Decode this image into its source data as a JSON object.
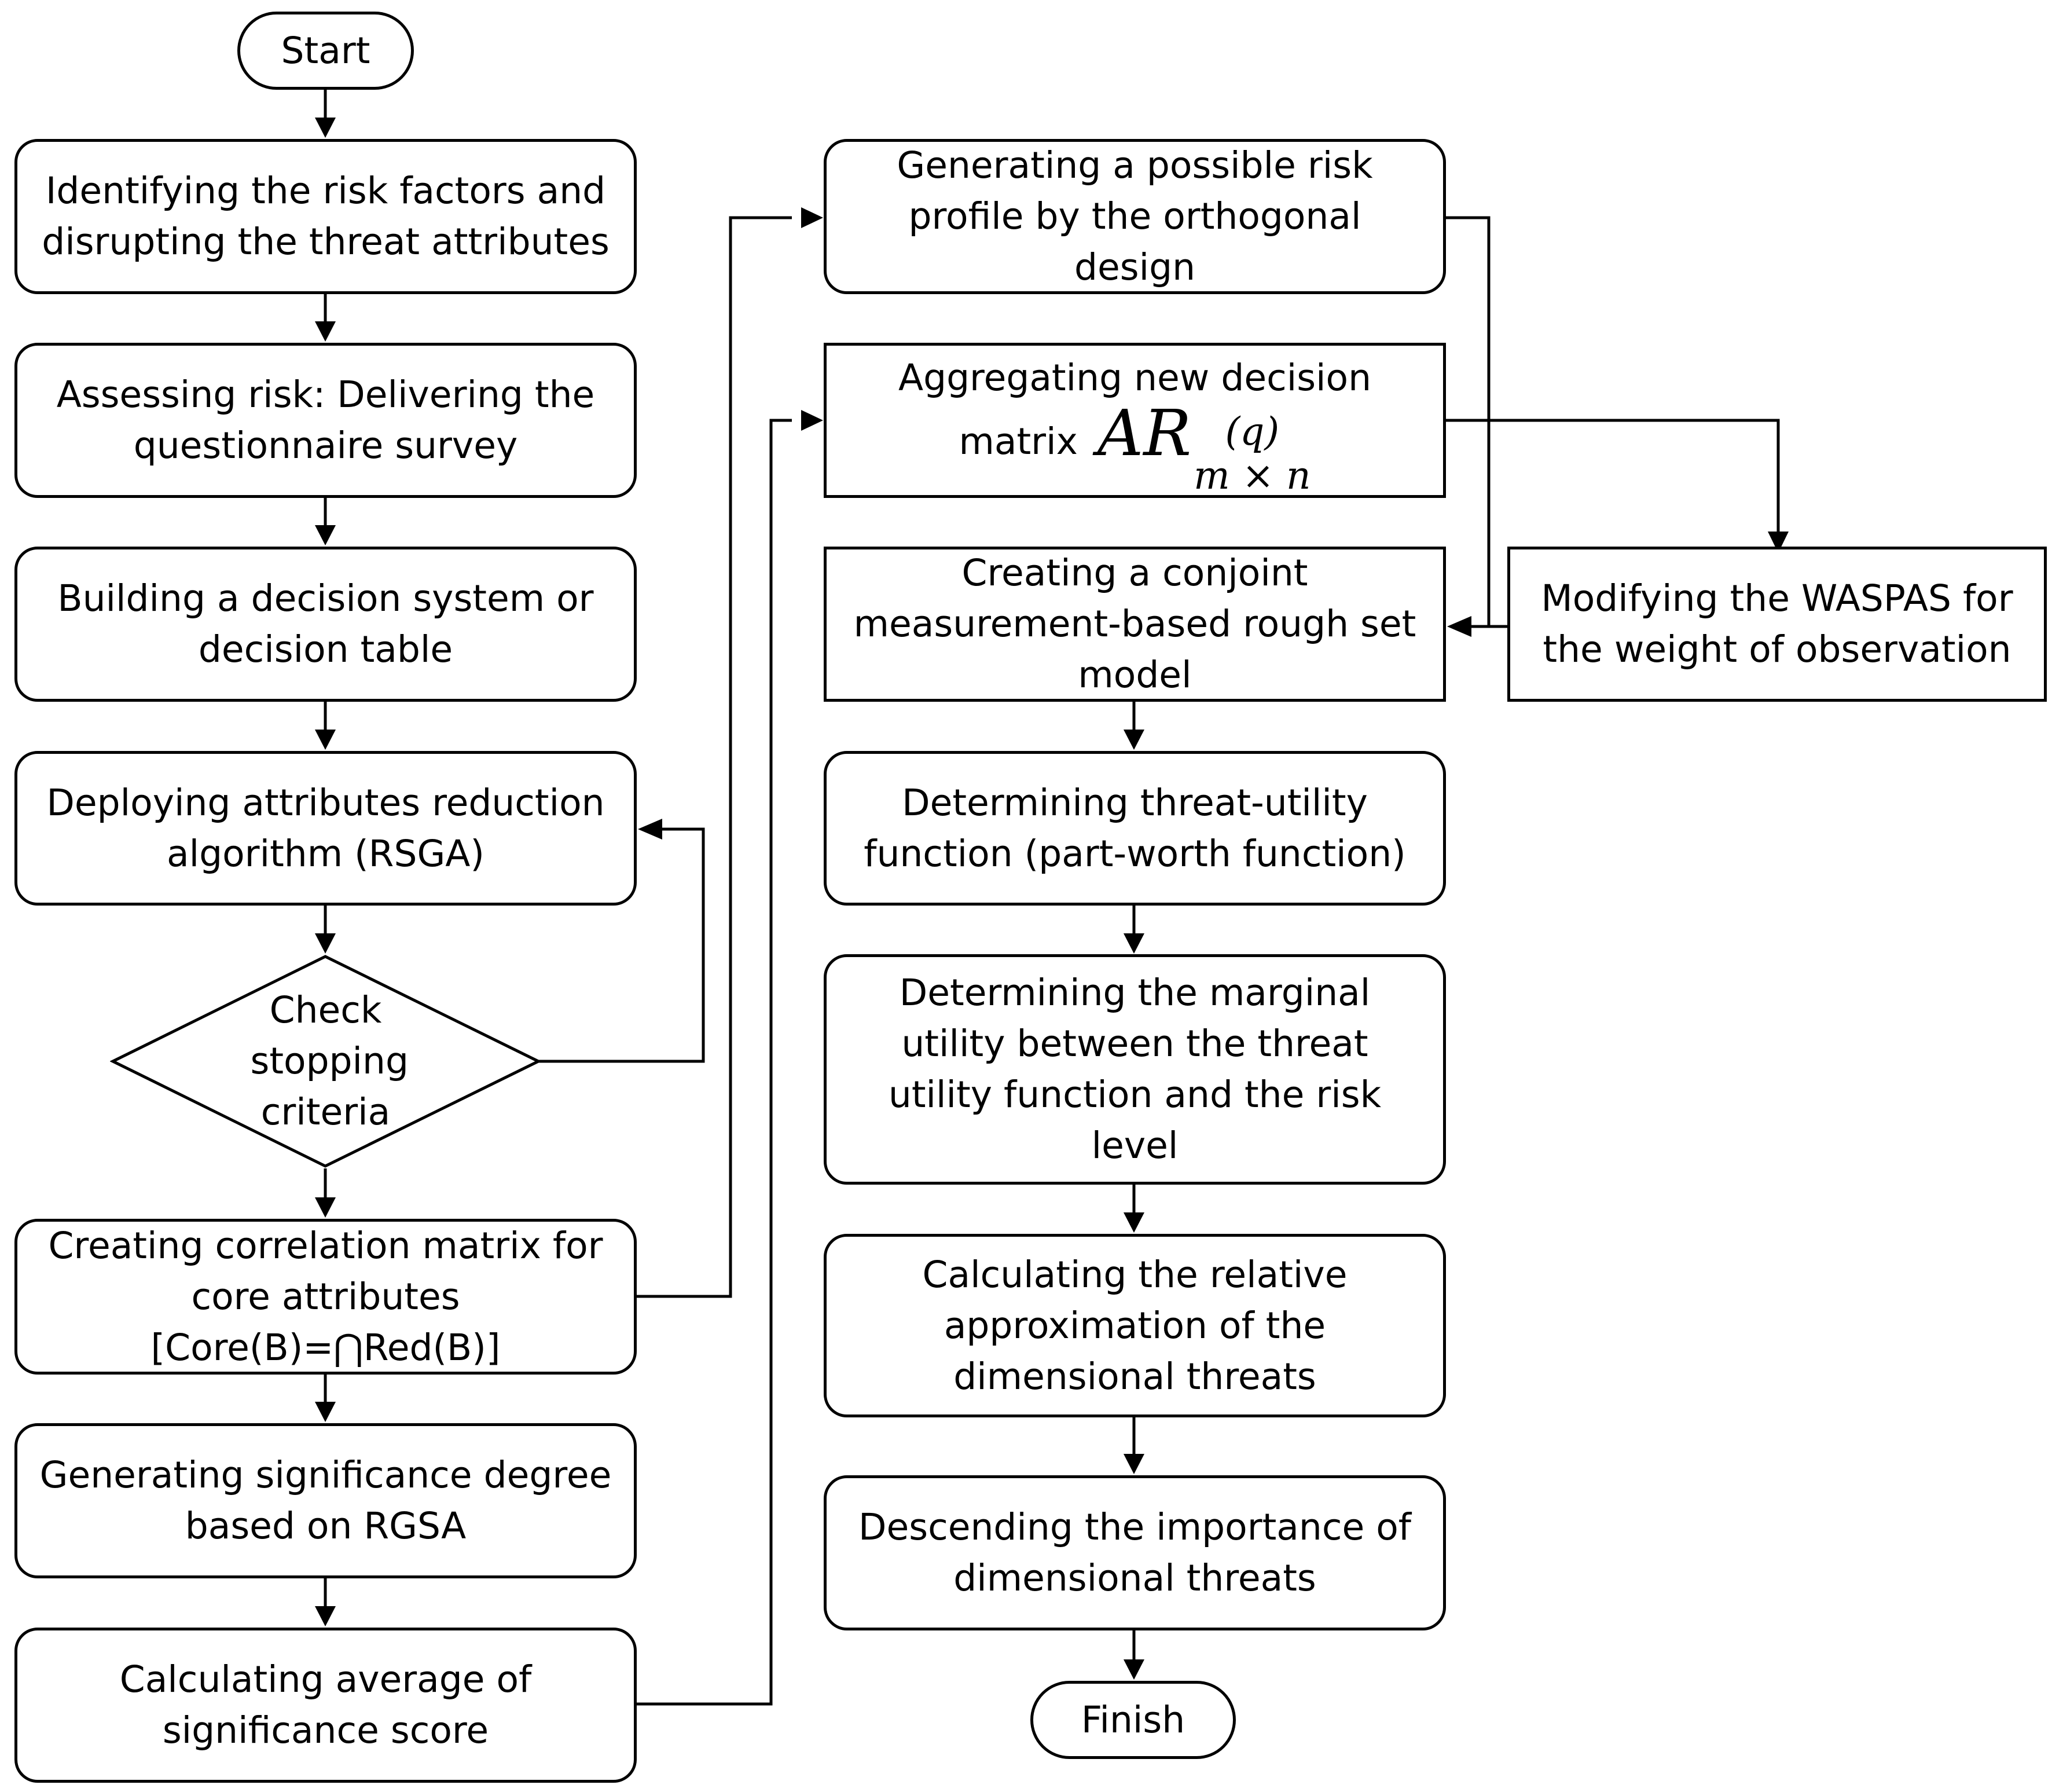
{
  "nodes": {
    "start": "Start",
    "identify": "Identifying the risk factors and disrupting the threat attributes",
    "assess": "Assessing risk: Delivering the questionnaire survey",
    "build": "Building a decision system or decision table",
    "deploy": "Deploying attributes reduction algorithm (RSGA)",
    "check": "Check stopping criteria",
    "correlation": "Creating correlation matrix for core attributes\n[Core(B)=⋂Red(B)]",
    "significance": "Generating significance degree based on RGSA",
    "average": "Calculating average of significance score",
    "generate_profile": "Generating a possible risk profile by the orthogonal design",
    "aggregate_line1": "Aggregating new decision",
    "aggregate_line2": "matrix",
    "aggregate_math": {
      "base": "AR",
      "sup": "(q)",
      "sub": "m × n"
    },
    "conjoint": "Creating a conjoint measurement-based rough set model",
    "waspas": "Modifying the WASPAS for the weight of observation",
    "part_worth": "Determining threat-utility function (part-worth function)",
    "marginal": "Determining the marginal utility between the threat utility function and the risk level",
    "relative": "Calculating the relative approximation of the dimensional threats",
    "descending": "Descending the importance of dimensional threats",
    "finish": "Finish"
  }
}
